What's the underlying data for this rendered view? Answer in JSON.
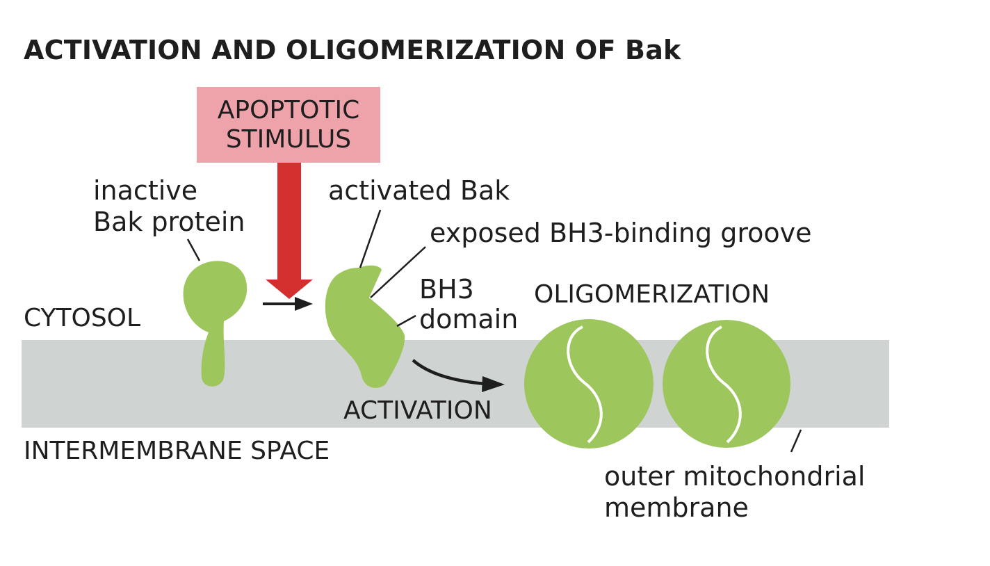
{
  "title": "ACTIVATION AND OLIGOMERIZATION OF Bak",
  "stimulus": {
    "line1": "APOPTOTIC",
    "line2": "STIMULUS"
  },
  "labels": {
    "inactive_line1": "inactive",
    "inactive_line2": "Bak protein",
    "activated": "activated Bak",
    "groove": "exposed BH3-binding groove",
    "bh3_line1": "BH3",
    "bh3_line2": "domain",
    "oligomerization": "OLIGOMERIZATION",
    "cytosol": "CYTOSOL",
    "activation": "ACTIVATION",
    "intermembrane": "INTERMEMBRANE SPACE",
    "membrane_line1": "outer mitochondrial",
    "membrane_line2": "membrane"
  },
  "colors": {
    "membrane": "#cfd4d3",
    "protein": "#9dc65c",
    "stimulus_box": "#eea2aa",
    "stimulus_arrow": "#d42f2f",
    "text": "#1e1e1e"
  }
}
